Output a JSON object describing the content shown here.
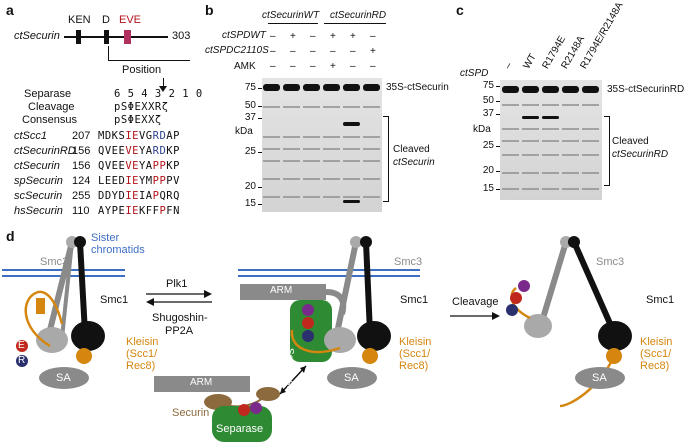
{
  "panel_labels": {
    "a": "a",
    "b": "b",
    "c": "c",
    "d": "d"
  },
  "panel_a": {
    "protein": "ctSecurin",
    "domains": {
      "ken": "KEN",
      "d": "D",
      "eve": "EVE",
      "length": "303"
    },
    "position_label": "Position",
    "positions": "6 5 4 3 2 1 0",
    "separase": "Separase",
    "cleavage_label": "Cleavage",
    "cleavage_motif": "pSΦEXXRζ",
    "consensus_label": "Consensus",
    "consensus_motif": "pSΦEXXζ",
    "rows": [
      {
        "name": "ctScc1",
        "pos": "207",
        "seq": "MDKSIEVGRDAP"
      },
      {
        "name": "ctSecurinRD",
        "pos": "156",
        "seq": "QVEEVEYARDKP"
      },
      {
        "name": "ctSecurin",
        "pos": "156",
        "seq": "QVEEVEYAPPKP"
      },
      {
        "name": "spSecurin",
        "pos": "124",
        "seq": "LEEDIEYMPPPV"
      },
      {
        "name": "scSecurin",
        "pos": "255",
        "seq": "DDYDIEIAPQRQ"
      },
      {
        "name": "hsSecurin",
        "pos": "110",
        "seq": "AYPEIEKFFPFN"
      }
    ]
  },
  "panel_b": {
    "group1": "ctSecurinWT",
    "group2": "ctSecurinRD",
    "row_spd_wt": "ctSPDWT",
    "row_spd_mut": "ctSPDC2110S",
    "row_amk": "AMK",
    "spd_wt_signs": [
      "–",
      "+",
      "–",
      "+",
      "+",
      "–"
    ],
    "spd_mut_signs": [
      "–",
      "–",
      "–",
      "–",
      "–",
      "+"
    ],
    "amk_signs": [
      "–",
      "–",
      "–",
      "+",
      "–",
      "–"
    ],
    "mw": [
      "75",
      "50",
      "37",
      "25",
      "20",
      "15"
    ],
    "kda": "kDa",
    "band_label": "35S-ctSecurin",
    "cleaved_label_1": "Cleaved",
    "cleaved_label_2": "ctSecurin"
  },
  "panel_c": {
    "row_label": "ctSPD",
    "lanes": [
      "–",
      "WT",
      "R1794E",
      "R2148A",
      "R1794E/R2148A"
    ],
    "mw": [
      "75",
      "50",
      "37",
      "25",
      "20",
      "15"
    ],
    "kda": "kDa",
    "band_label": "35S-ctSecurinRD",
    "cleaved_label_1": "Cleaved",
    "cleaved_label_2": "ctSecurinRD"
  },
  "panel_d": {
    "smc3": "Smc3",
    "smc1": "Smc1",
    "sister": "Sister",
    "chromatids": "chromatids",
    "plk1": "Plk1",
    "shugoshin": "Shugoshin-",
    "pp2a": "PP2A",
    "arm": "ARM",
    "separase": "Separase",
    "securin": "Securin",
    "kleisin": "Kleisin",
    "scc1": "(Scc1/",
    "rec8": "Rec8)",
    "sa": "SA",
    "cleavage": "Cleavage",
    "e": "E",
    "r": "R",
    "p": "P",
    "colors": {
      "kleisin": "#d4860f",
      "separase": "#2f8a34",
      "securin": "#8c6a3e",
      "chromatid": "#3e6ec2",
      "smc_gray": "#8a8a8a",
      "e_red": "#c0281e",
      "r_navy": "#2a2f6e",
      "p_purple": "#7a2a8a"
    }
  }
}
